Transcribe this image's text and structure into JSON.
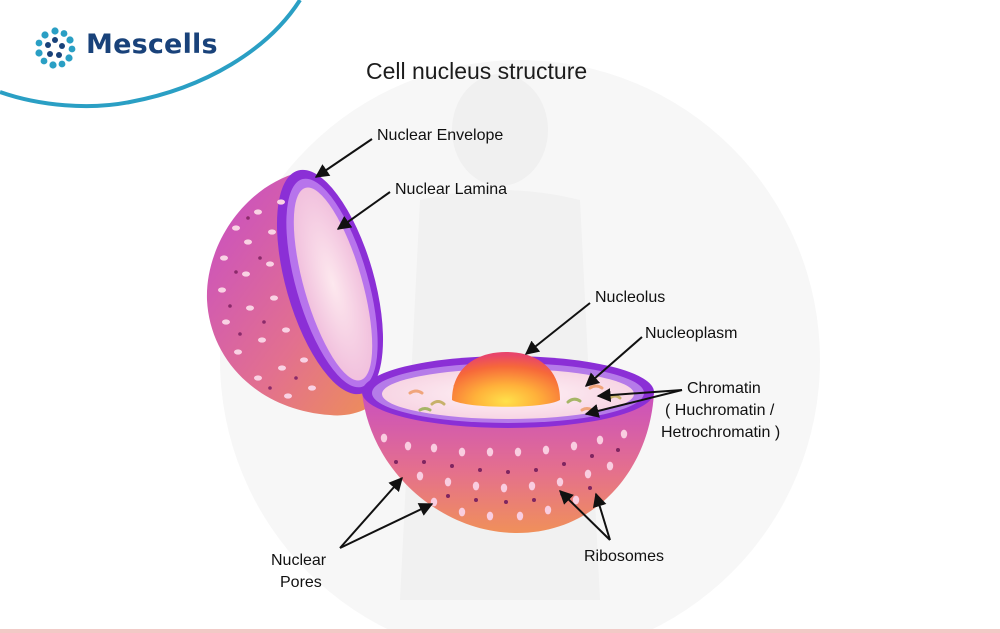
{
  "brand": {
    "name": "Mescells",
    "logo_icon": "molecule-ring-icon",
    "colors": {
      "primary": "#19427a",
      "accent": "#2a9fc4"
    }
  },
  "diagram": {
    "title": "Cell nucleus structure",
    "labels": {
      "nuclear_envelope": "Nuclear Envelope",
      "nuclear_lamina": "Nuclear Lamina",
      "nucleolus": "Nucleolus",
      "nucleoplasm": "Nucleoplasm",
      "chromatin": [
        "Chromatin",
        "( Huchromatin /",
        "Hetrochromatin )"
      ],
      "nuclear_pores": [
        "Nuclear",
        "Pores"
      ],
      "ribosomes": "Ribosomes"
    },
    "colors": {
      "envelope": "#8b2fd6",
      "shell_top": "#c94fc0",
      "shell_bottom": "#f0905a",
      "nucleolus_core": "#ffd23a",
      "nucleolus_edge": "#f25a3a",
      "nucleoplasm": "#fbe3ec",
      "pore": "#f9cde0"
    }
  }
}
